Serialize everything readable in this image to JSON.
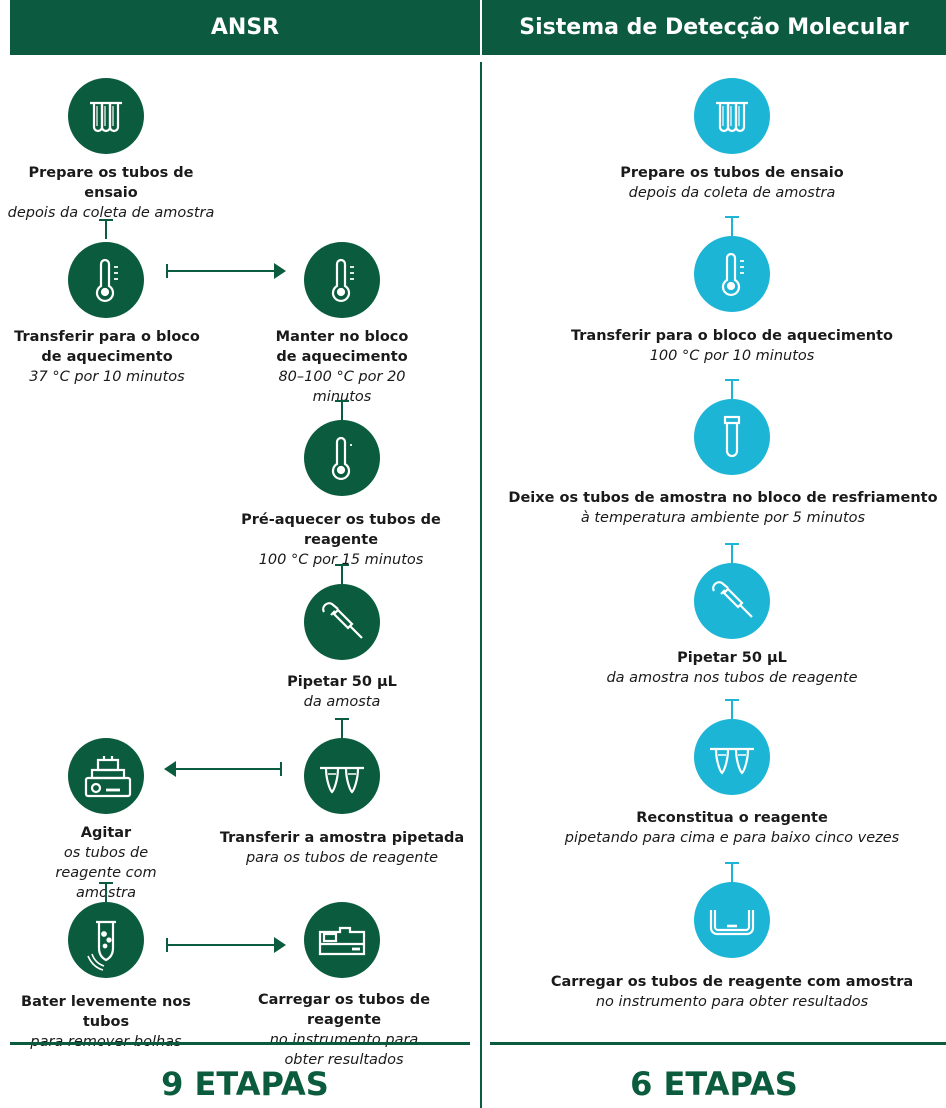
{
  "header": {
    "left_title": "ANSR",
    "right_title": "Sistema de Detecção Molecular"
  },
  "ansr": {
    "steps": [
      {
        "title": "Prepare os tubos de ensaio",
        "subtitle": "depois da coleta de amostra",
        "icon": "test-tubes-icon"
      },
      {
        "title": "Transferir para o bloco de aquecimento",
        "subtitle": "37 °C por 10 minutos",
        "icon": "thermometer-icon"
      },
      {
        "title": "Manter no bloco de aquecimento",
        "subtitle": "80–100 °C por 20 minutos",
        "icon": "thermometer-icon"
      },
      {
        "title": "Pré-aquecer os tubos de reagente",
        "subtitle": "100 °C por 15 minutos",
        "icon": "thermometer-icon"
      },
      {
        "title": "Pipetar 50 µL",
        "subtitle": "da amosta",
        "icon": "pipette-icon"
      },
      {
        "title": "Transferir a amostra pipetada",
        "subtitle": "para os tubos de reagente",
        "icon": "reagent-tubes-icon"
      },
      {
        "title": "Agitar",
        "subtitle": "os tubos de reagente com amostra",
        "icon": "shaker-icon"
      },
      {
        "title": "Bater levemente nos tubos",
        "subtitle": "para remover bolhas",
        "icon": "tap-tube-icon"
      },
      {
        "title": "Carregar os tubos de reagente",
        "subtitle": "no instrumento para obter resultados",
        "icon": "instrument-icon"
      }
    ],
    "total": "9 ETAPAS"
  },
  "mds": {
    "steps": [
      {
        "title": "Prepare os tubos de ensaio",
        "subtitle": "depois da coleta de amostra",
        "icon": "test-tubes-icon"
      },
      {
        "title": "Transferir para o bloco de aquecimento",
        "subtitle": "100 °C por 10 minutos",
        "icon": "thermometer-icon"
      },
      {
        "title": "Deixe os tubos de amostra no bloco de resfriamento",
        "subtitle": "à temperatura ambiente por 5 minutos",
        "icon": "tube-icon"
      },
      {
        "title": "Pipetar 50 µL",
        "subtitle": "da amostra nos tubos de reagente",
        "icon": "pipette-icon"
      },
      {
        "title": "Reconstitua o reagente",
        "subtitle": "pipetando para cima e para baixo cinco vezes",
        "icon": "reagent-tubes-icon"
      },
      {
        "title": "Carregar os tubos de reagente com amostra",
        "subtitle": "no instrumento para obter resultados",
        "icon": "instrument-icon"
      }
    ],
    "total": "6 ETAPAS"
  },
  "colors": {
    "ansr_green": "#0b5c3e",
    "mds_cyan": "#1cb5d5"
  }
}
